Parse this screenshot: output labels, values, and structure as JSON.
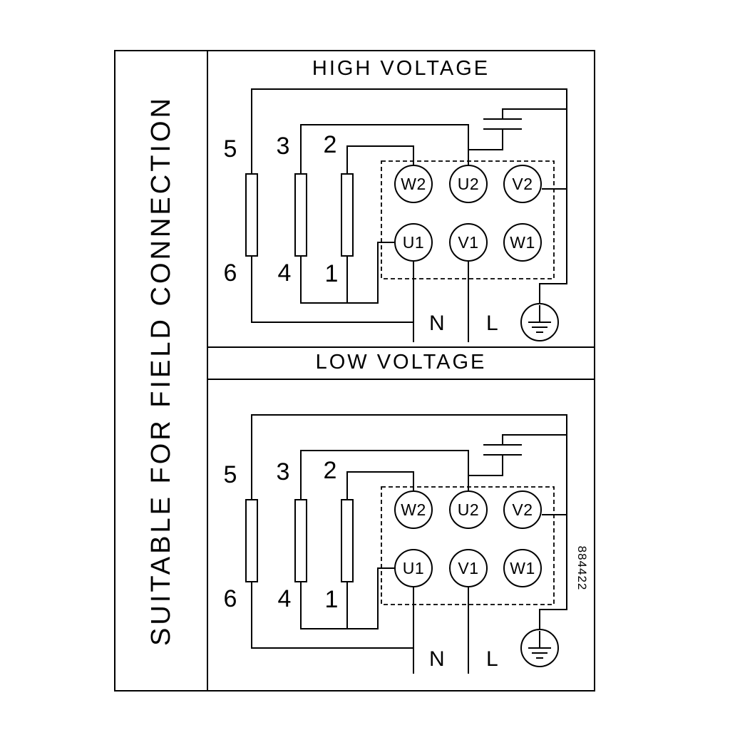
{
  "sidebar": {
    "label": "SUITABLE FOR FIELD CONNECTION"
  },
  "drawing_number": "884422",
  "colors": {
    "ink": "#000000",
    "background": "#ffffff"
  },
  "high_voltage": {
    "title": "HIGH VOLTAGE",
    "links": {
      "n5": "5",
      "n3": "3",
      "n2": "2",
      "n6": "6",
      "n4": "4",
      "n1": "1"
    },
    "terminals": {
      "w2": "W2",
      "u2": "U2",
      "v2": "V2",
      "u1": "U1",
      "v1": "V1",
      "w1": "W1"
    },
    "neutral_label": "N",
    "line_label": "L"
  },
  "low_voltage": {
    "title": "LOW VOLTAGE",
    "links": {
      "n5": "5",
      "n3": "3",
      "n2": "2",
      "n6": "6",
      "n4": "4",
      "n1": "1"
    },
    "terminals": {
      "w2": "W2",
      "u2": "U2",
      "v2": "V2",
      "u1": "U1",
      "v1": "V1",
      "w1": "W1"
    },
    "neutral_label": "N",
    "line_label": "L"
  }
}
